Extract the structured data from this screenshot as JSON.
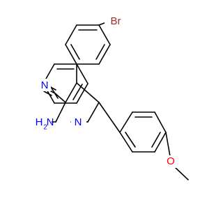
{
  "molecule": {
    "atom_labels": {
      "bromine": "Br",
      "nitrile_nitrogen": "N",
      "amino_nitrogen": "N",
      "amino_hydrogens": "H",
      "amino_hydrogen_count": "2",
      "ring_nitrogen": "N",
      "ether_oxygen": "O"
    },
    "colors": {
      "bond": "#000000",
      "bromine": "#a52a2a",
      "nitrogen": "#0000ff",
      "oxygen": "#ff0000"
    }
  }
}
